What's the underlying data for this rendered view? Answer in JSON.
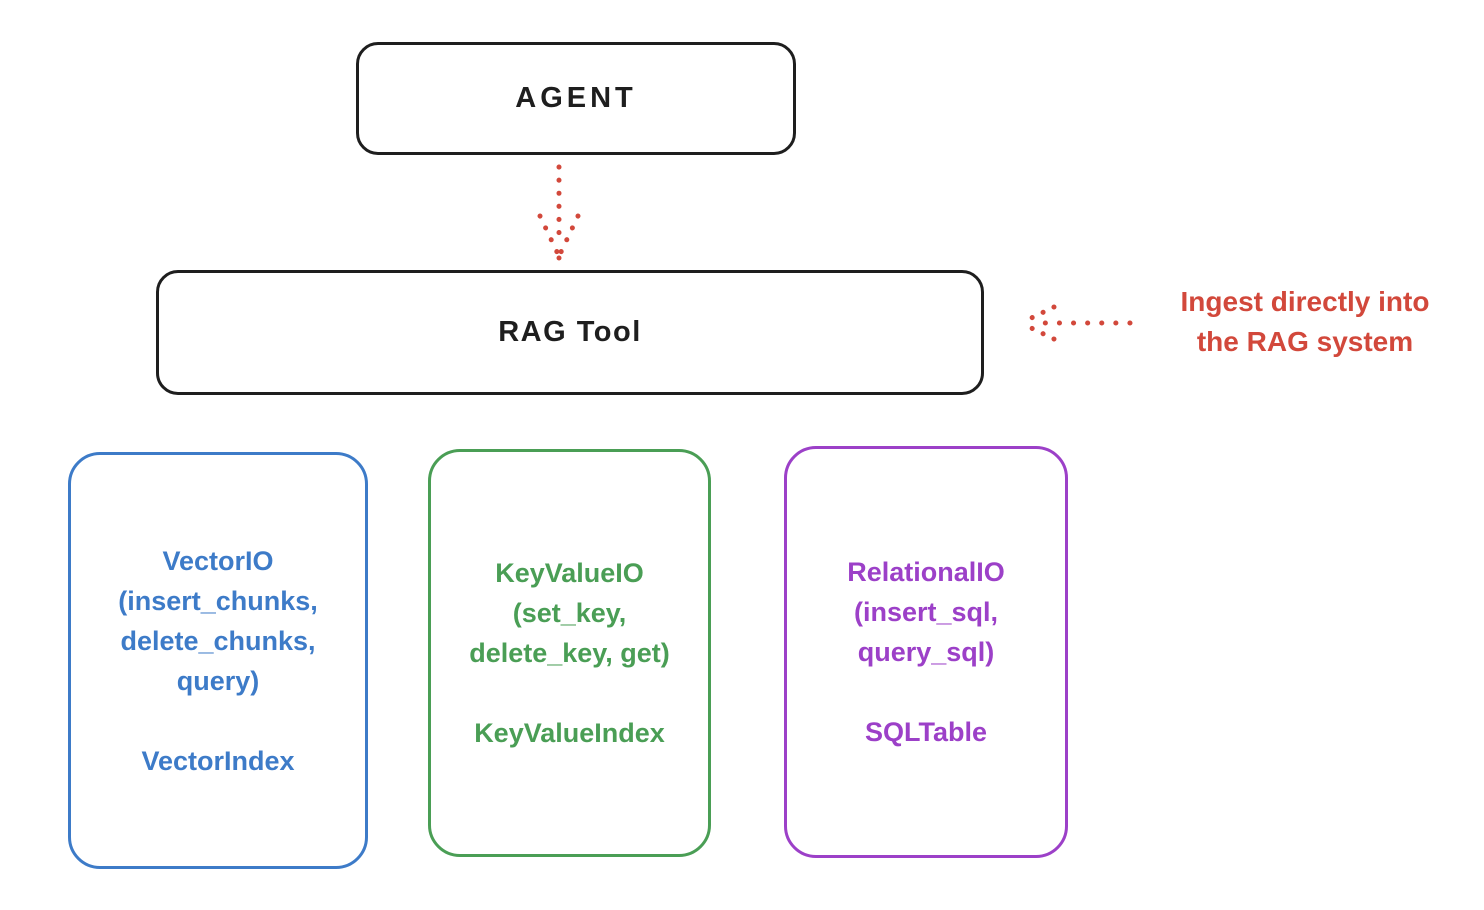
{
  "colors": {
    "ink": "#1e1e1e",
    "red": "#d2483b",
    "blue": "#3d7bc8",
    "green": "#4a9e55",
    "purple": "#9c40c8",
    "bg": "#ffffff"
  },
  "diagram": {
    "agent": {
      "label": "AGENT"
    },
    "rag_tool": {
      "label": "RAG Tool"
    },
    "annotation": {
      "line1": "Ingest directly into",
      "line2": "the RAG system"
    },
    "storage_nodes": [
      {
        "id": "vector-io",
        "title": "VectorIO",
        "methods": [
          "(insert_chunks,",
          "delete_chunks,",
          "query)"
        ],
        "index": "VectorIndex",
        "color": "#3d7bc8"
      },
      {
        "id": "keyvalue-io",
        "title": "KeyValueIO",
        "methods": [
          "(set_key,",
          "delete_key, get)"
        ],
        "index": "KeyValueIndex",
        "color": "#4a9e55"
      },
      {
        "id": "relational-io",
        "title": "RelationalIO",
        "methods": [
          "(insert_sql,",
          "query_sql)"
        ],
        "index": "SQLTable",
        "color": "#9c40c8"
      }
    ]
  }
}
